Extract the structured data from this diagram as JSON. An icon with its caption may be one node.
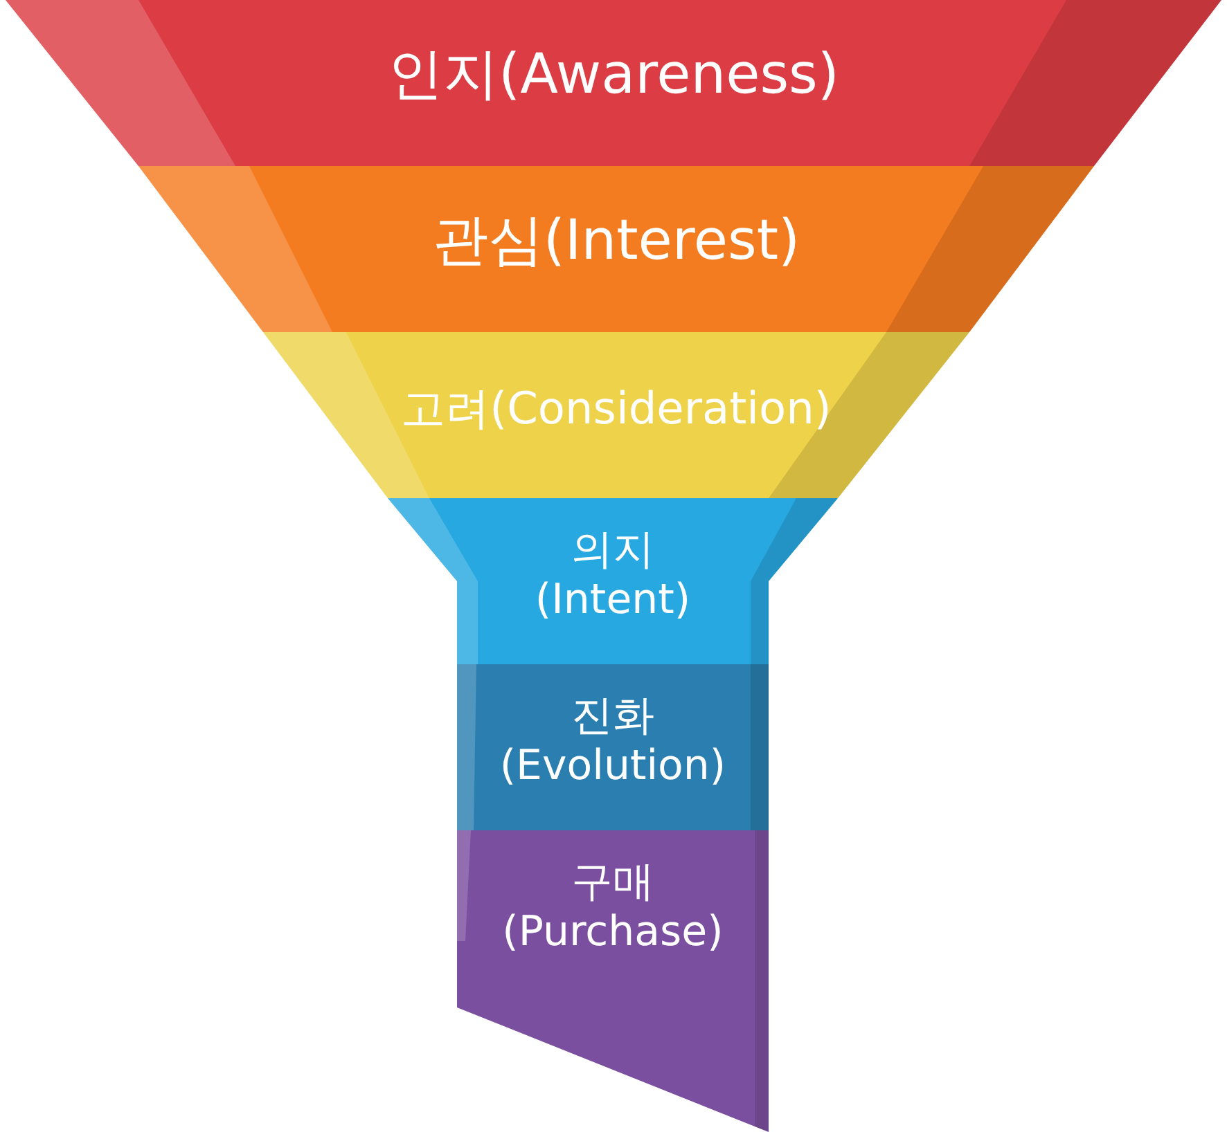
{
  "diagram": {
    "nodes": [
      {
        "text": [
          "인지(Awareness)"
        ]
      },
      {
        "text": [
          "관심(Interest)"
        ]
      },
      {
        "text": [
          "고려(Consideration)"
        ]
      },
      {
        "text": [
          "의지 (Intent)"
        ]
      },
      {
        "text": [
          "진화 (Evolution)"
        ]
      },
      {
        "text": [
          "구매 (Purchase)"
        ]
      }
    ]
  }
}
